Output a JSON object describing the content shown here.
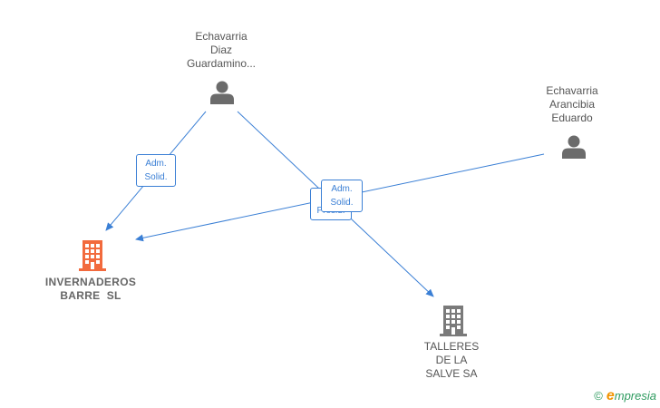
{
  "people": {
    "p1": {
      "lines": [
        "Echavarria",
        "Diaz",
        "Guardamino..."
      ],
      "icon": "person-icon"
    },
    "p2": {
      "lines": [
        "Echavarria",
        "Arancibia",
        "Eduardo"
      ],
      "icon": "person-icon"
    }
  },
  "companies": {
    "c1": {
      "lines": [
        "INVERNADEROS",
        "BARRE  SL"
      ],
      "icon": "building-icon",
      "color": "#f26a3d"
    },
    "c2": {
      "lines": [
        "TALLERES",
        "DE LA",
        "SALVE SA"
      ],
      "icon": "building-icon",
      "color": "#7a7a7a"
    }
  },
  "edges": {
    "e1": {
      "lines": [
        "Adm.",
        "Solid."
      ]
    },
    "e2": {
      "lines": [
        "Adm.",
        "Solid."
      ]
    },
    "e3": {
      "lines": [
        "C...",
        "Presid."
      ]
    }
  },
  "colors": {
    "edge": "#3a7fd5",
    "person": "#6b6b6b"
  },
  "watermark": {
    "copyright": "©",
    "brand_initial": "e",
    "brand_rest": "mpresia"
  }
}
